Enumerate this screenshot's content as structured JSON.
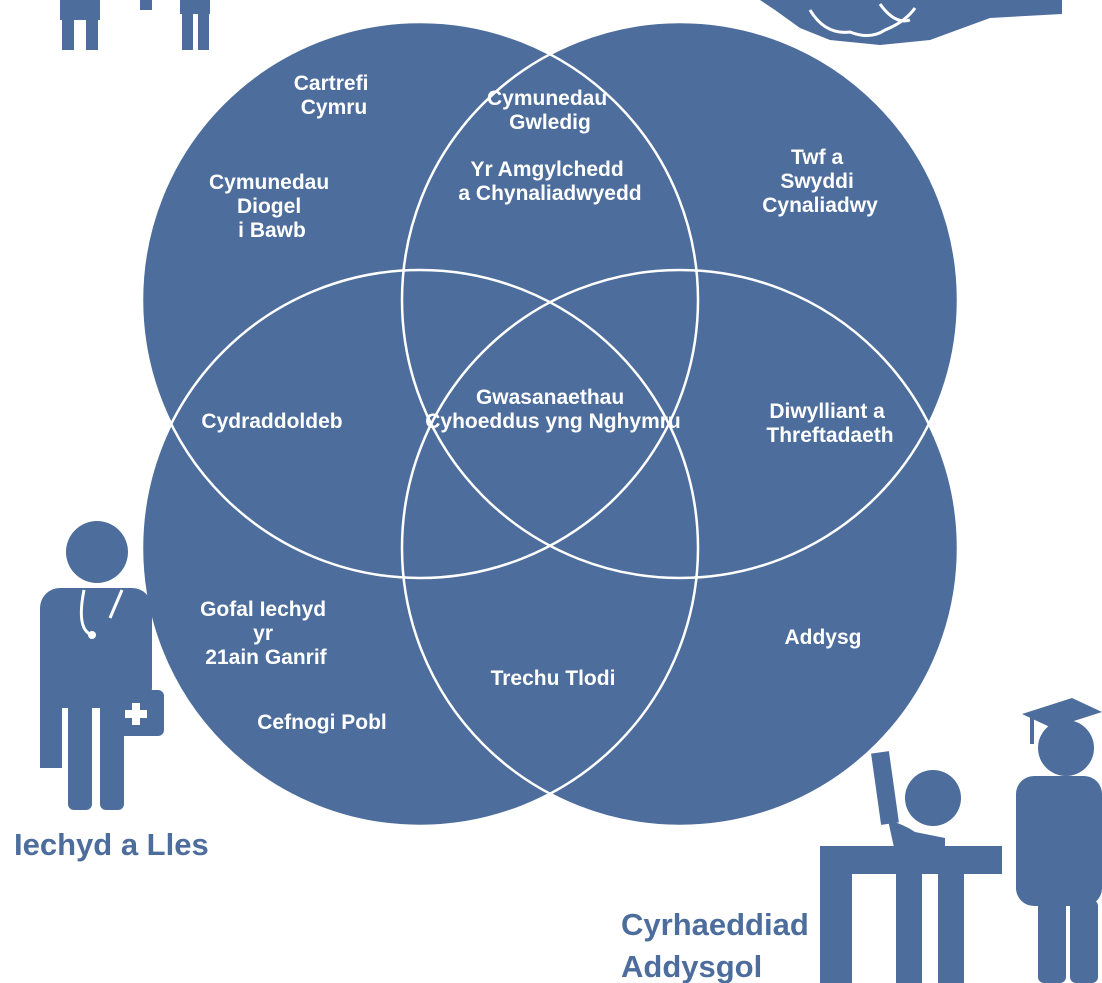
{
  "colors": {
    "blue": "#4d6d9c",
    "line": "#ffffff",
    "background": "#ffffff"
  },
  "labels": {
    "cartrefi": [
      "Cartrefi",
      "Cymru"
    ],
    "cymunedau_gwledig": [
      "Cymunedau",
      "Gwledig"
    ],
    "amgylchedd": [
      "Yr Amgylchedd",
      "a Chynaliadwyedd"
    ],
    "twf": [
      "Twf a",
      "Swyddi",
      "Cynaliadwy"
    ],
    "diogel": [
      "Cymunedau",
      "Diogel",
      "i Bawb"
    ],
    "cydraddoldeb": [
      "Cydraddoldeb"
    ],
    "gwasanaethau": [
      "Gwasanaethau",
      "Cyhoeddus yng Nghymru"
    ],
    "diwylliant": [
      "Diwylliant a",
      "Threftadaeth"
    ],
    "gofal": [
      "Gofal Iechyd",
      "yr",
      "21ain Ganrif"
    ],
    "addysg": [
      "Addysg"
    ],
    "trechu": [
      "Trechu Tlodi"
    ],
    "cefnogi": [
      "Cefnogi Pobl"
    ]
  },
  "side_labels": {
    "iechyd": [
      "Iechyd a Lles"
    ],
    "cyrhaeddiad": [
      "Cyrhaeddiad",
      "Addysgol"
    ]
  },
  "icons": [
    "family-icon",
    "handshake-icon",
    "doctor-icon",
    "classroom-icon"
  ]
}
